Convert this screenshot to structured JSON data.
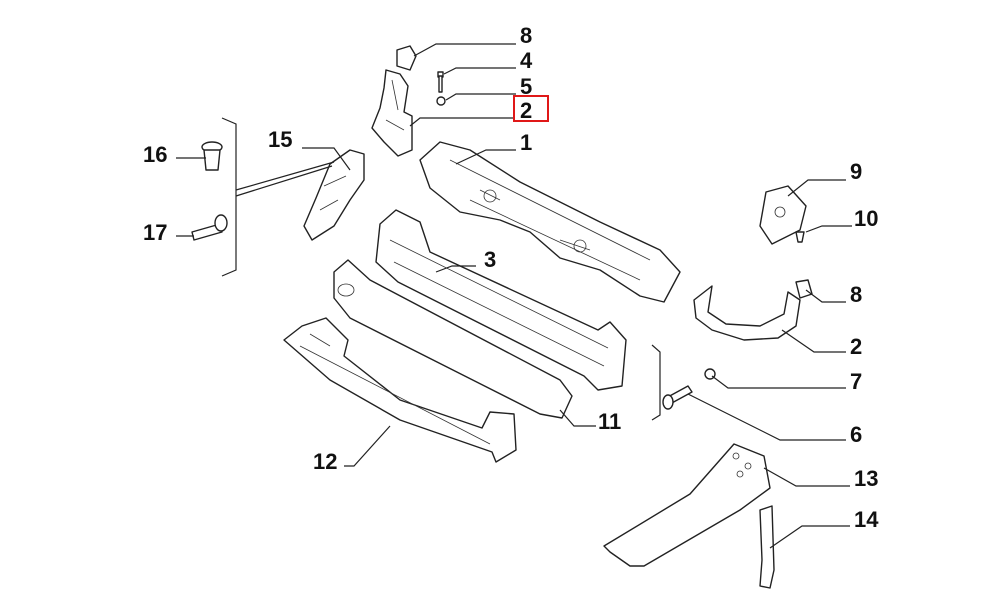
{
  "diagram": {
    "callouts": [
      "8",
      "4",
      "5",
      "2",
      "1",
      "16",
      "15",
      "17",
      "9",
      "10",
      "3",
      "8",
      "2",
      "7",
      "11",
      "6",
      "12",
      "13",
      "14"
    ],
    "highlighted_callout": "2",
    "highlight_color": "#e01818"
  }
}
